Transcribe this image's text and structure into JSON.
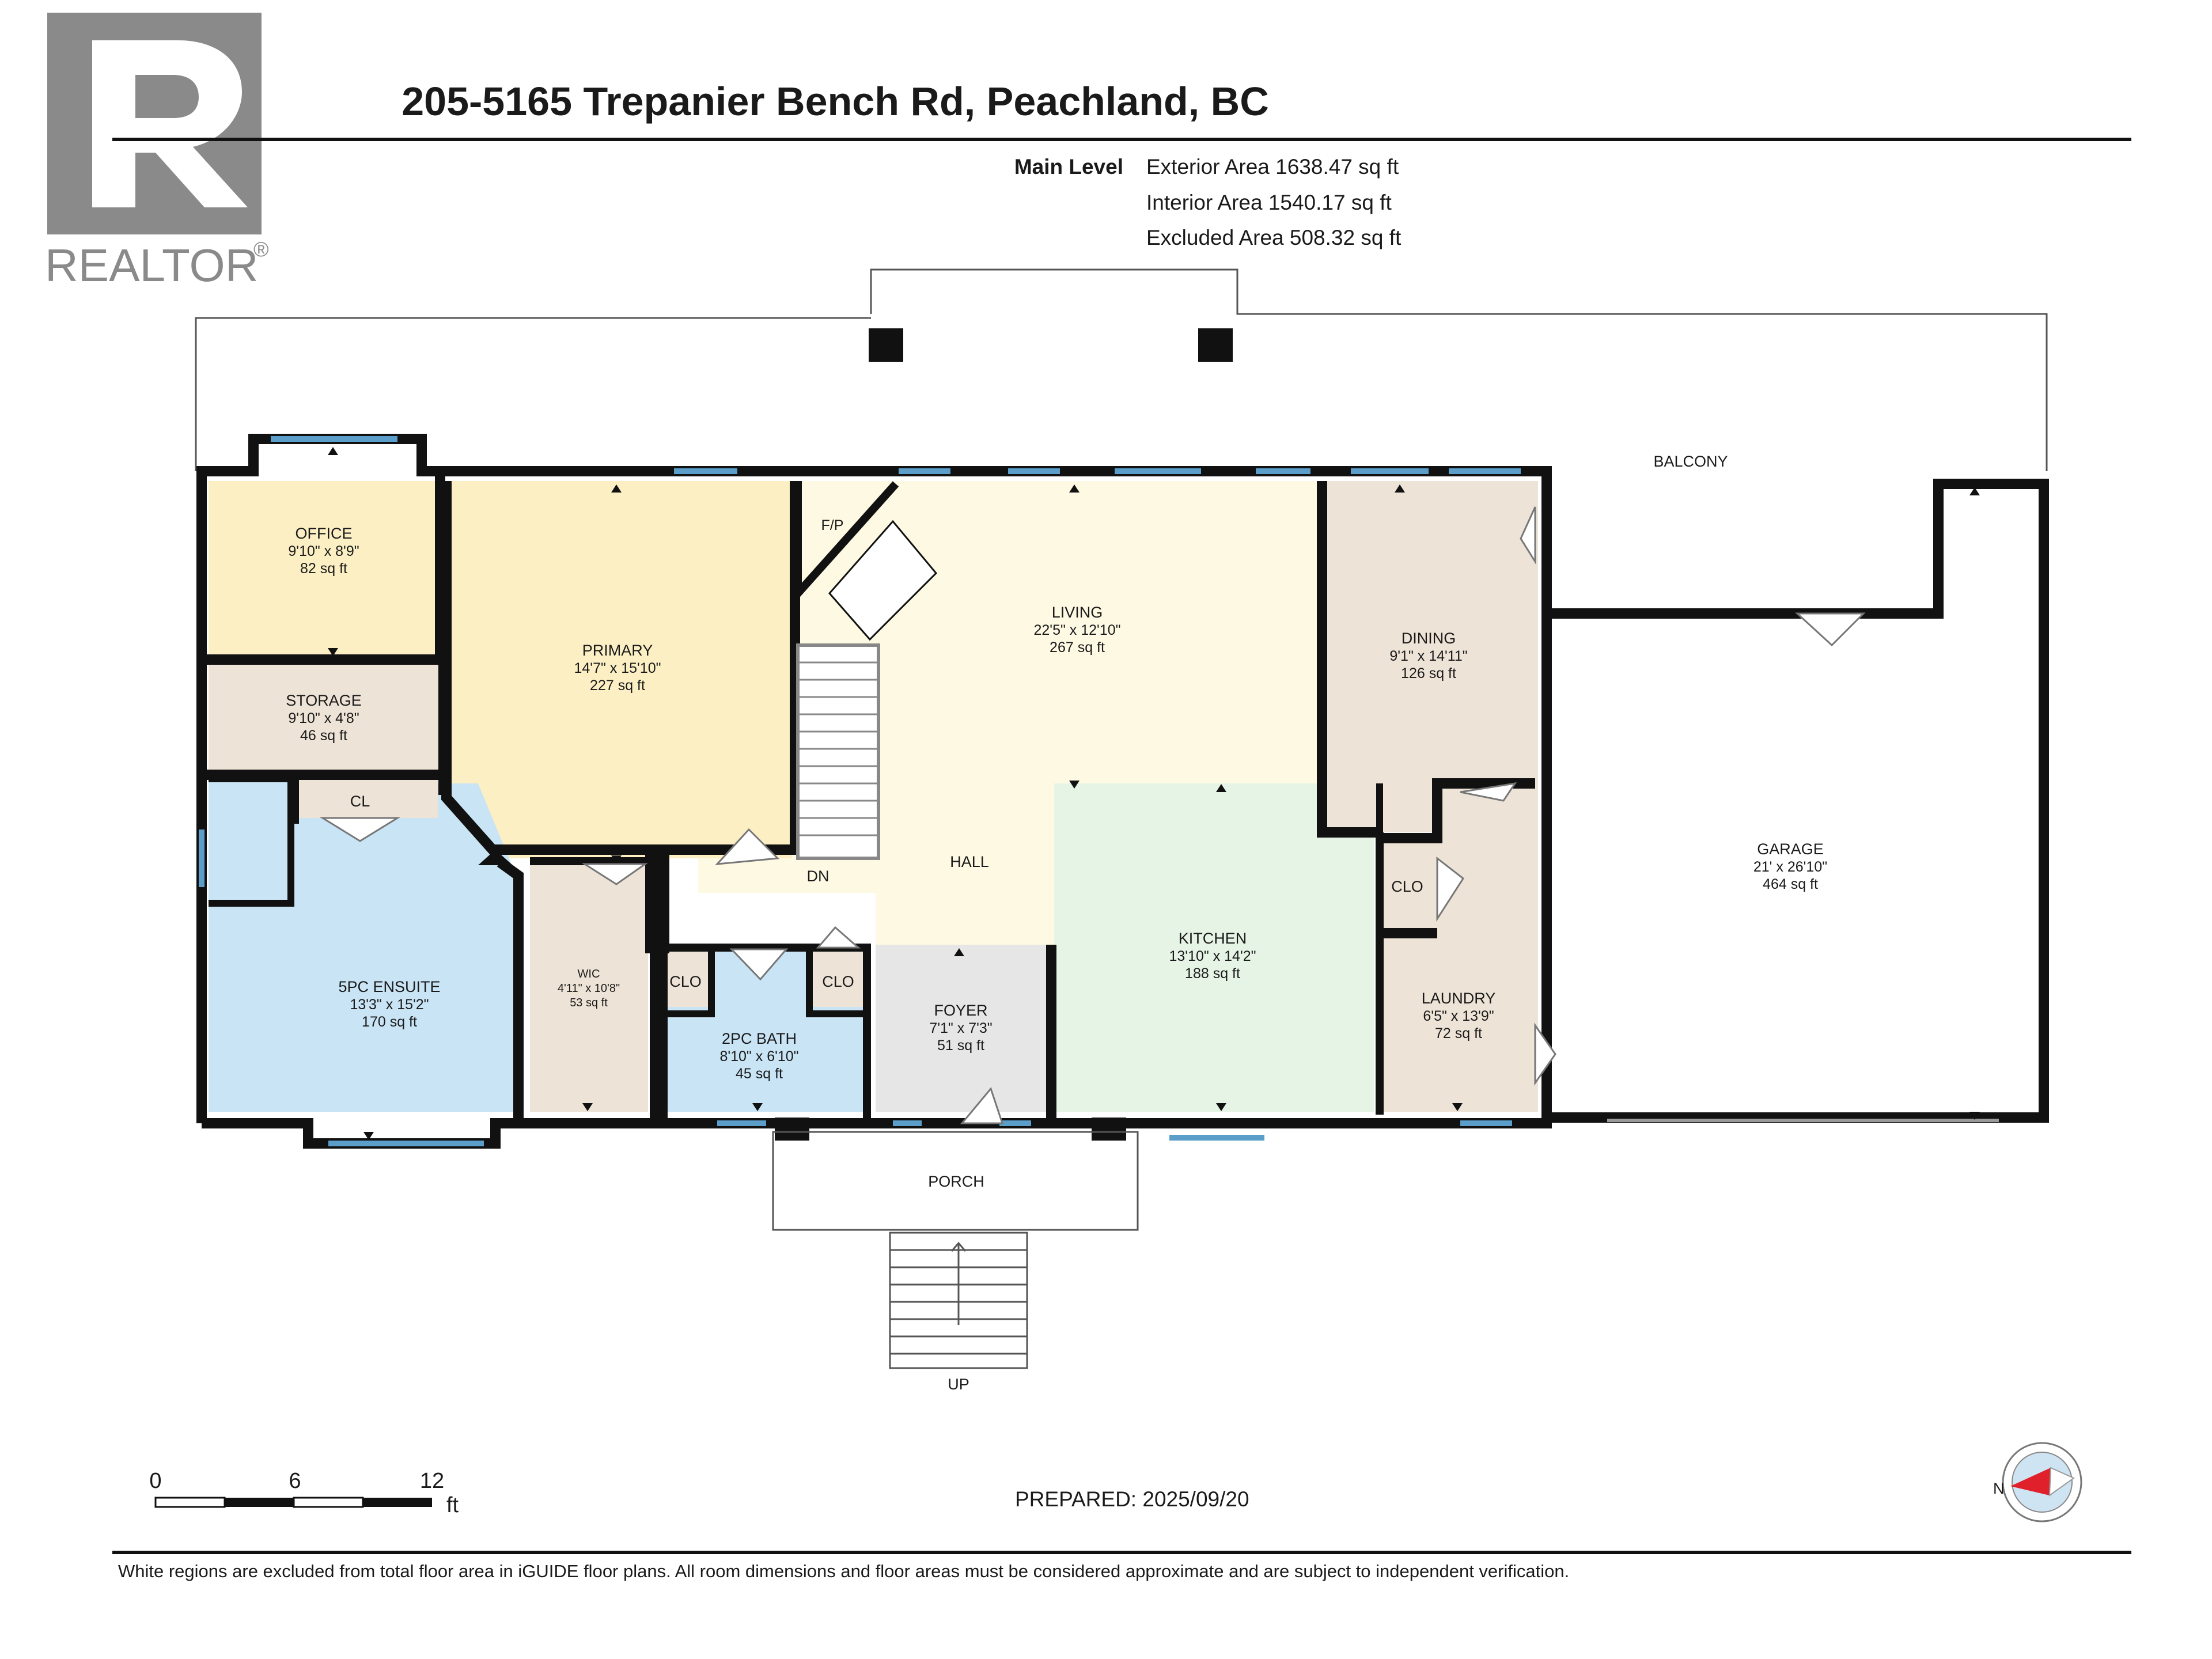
{
  "header": {
    "title": "205-5165 Trepanier Bench Rd, Peachland, BC",
    "level": "Main Level",
    "areas": [
      "Exterior Area 1638.47 sq ft",
      "Interior Area 1540.17 sq ft",
      "Excluded Area 508.32 sq ft"
    ]
  },
  "logo": {
    "text": "REALTOR",
    "mark": "®"
  },
  "rooms": {
    "office": {
      "name": "OFFICE",
      "dims": "9'10\" x 8'9\"",
      "area": "82 sq ft",
      "color": "#fcefc4"
    },
    "storage": {
      "name": "STORAGE",
      "dims": "9'10\" x 4'8\"",
      "area": "46 sq ft",
      "color": "#ede3d6"
    },
    "primary": {
      "name": "PRIMARY",
      "dims": "14'7\" x 15'10\"",
      "area": "227 sq ft",
      "color": "#fcefc4"
    },
    "living": {
      "name": "LIVING",
      "dims": "22'5\" x 12'10\"",
      "area": "267 sq ft",
      "color": "#fdf9e3"
    },
    "dining": {
      "name": "DINING",
      "dims": "9'1\" x 14'11\"",
      "area": "126 sq ft",
      "color": "#ede3d6"
    },
    "garage": {
      "name": "GARAGE",
      "dims": "21' x 26'10\"",
      "area": "464 sq ft",
      "color": "#ffffff"
    },
    "ensuite": {
      "name": "5PC ENSUITE",
      "dims": "13'3\" x 15'2\"",
      "area": "170 sq ft",
      "color": "#c9e4f5"
    },
    "wic": {
      "name": "WIC",
      "dims": "4'11\" x 10'8\"",
      "area": "53 sq ft",
      "color": "#ede3d6"
    },
    "bath2": {
      "name": "2PC BATH",
      "dims": "8'10\" x 6'10\"",
      "area": "45 sq ft",
      "color": "#c9e4f5"
    },
    "foyer": {
      "name": "FOYER",
      "dims": "7'1\" x 7'3\"",
      "area": "51 sq ft",
      "color": "#e6e6e6"
    },
    "kitchen": {
      "name": "KITCHEN",
      "dims": "13'10\" x 14'2\"",
      "area": "188 sq ft",
      "color": "#e6f4e6"
    },
    "laundry": {
      "name": "LAUNDRY",
      "dims": "6'5\" x 13'9\"",
      "area": "72 sq ft",
      "color": "#ede3d6"
    }
  },
  "labels": {
    "balcony": "BALCONY",
    "fp": "F/P",
    "hall": "HALL",
    "dn": "DN",
    "cl": "CL",
    "clo": "CLO",
    "porch": "PORCH",
    "up": "UP",
    "north": "N"
  },
  "scale": {
    "ticks": [
      "0",
      "6",
      "12"
    ],
    "unit": "ft"
  },
  "prepared": "PREPARED: 2025/09/20",
  "footer": "White regions are excluded from total floor area in iGUIDE floor plans. All room dimensions and floor areas must be considered approximate and are subject to independent verification.",
  "colors": {
    "wall": "#111111",
    "window": "#5a9ec9",
    "accent": "#e0202a"
  }
}
